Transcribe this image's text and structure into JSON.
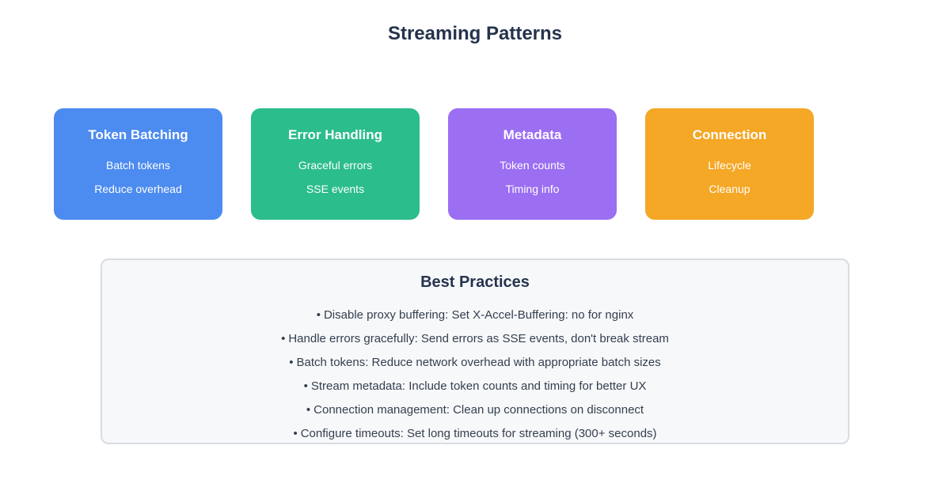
{
  "page": {
    "title": "Streaming Patterns"
  },
  "colors": {
    "heading": "#26334d",
    "body_text": "#333f4e",
    "card_text": "#ffffff",
    "panel_bg": "#f7f8fa",
    "panel_border": "#d9dce2",
    "blue": "#4c8bf0",
    "green": "#2bbd8b",
    "purple": "#9b6ef2",
    "orange": "#f5a726"
  },
  "cards": [
    {
      "title": "Token Batching",
      "lines": [
        "Batch tokens",
        "Reduce overhead"
      ],
      "color": "#4c8bf0"
    },
    {
      "title": "Error Handling",
      "lines": [
        "Graceful errors",
        "SSE events"
      ],
      "color": "#2bbd8b"
    },
    {
      "title": "Metadata",
      "lines": [
        "Token counts",
        "Timing info"
      ],
      "color": "#9b6ef2"
    },
    {
      "title": "Connection",
      "lines": [
        "Lifecycle",
        "Cleanup"
      ],
      "color": "#f5a726"
    }
  ],
  "best_practices": {
    "title": "Best Practices",
    "bullet": "•",
    "items": [
      "Disable proxy buffering: Set X-Accel-Buffering: no for nginx",
      "Handle errors gracefully: Send errors as SSE events, don't break stream",
      "Batch tokens: Reduce network overhead with appropriate batch sizes",
      "Stream metadata: Include token counts and timing for better UX",
      "Connection management: Clean up connections on disconnect",
      "Configure timeouts: Set long timeouts for streaming (300+ seconds)"
    ]
  }
}
